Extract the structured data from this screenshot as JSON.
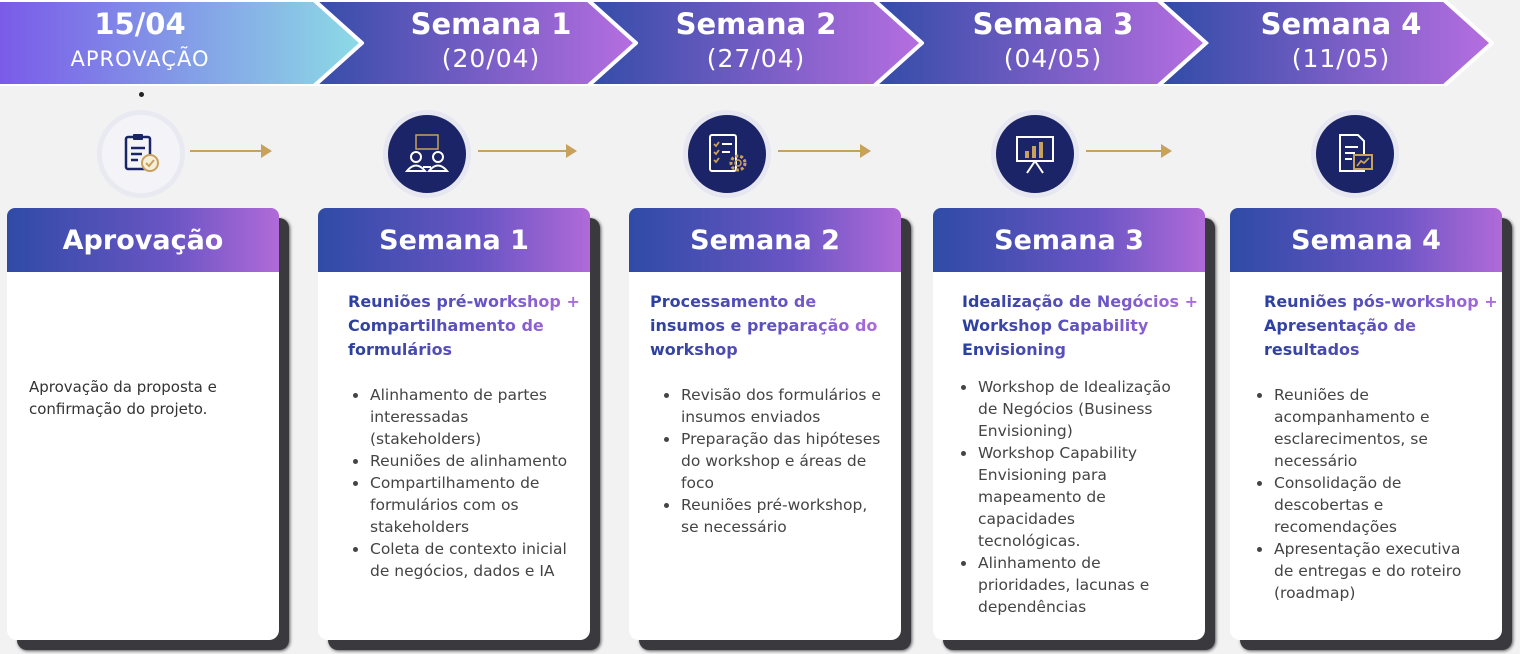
{
  "banner": [
    {
      "title": "15/04",
      "subtitle": "APROVAÇÃO"
    },
    {
      "title": "Semana 1",
      "subtitle": "(20/04)"
    },
    {
      "title": "Semana 2",
      "subtitle": "(27/04)"
    },
    {
      "title": "Semana 3",
      "subtitle": "(04/05)"
    },
    {
      "title": "Semana 4",
      "subtitle": "(11/05)"
    }
  ],
  "icons": [
    "clipboard-check-icon",
    "meeting-people-icon",
    "checklist-gear-icon",
    "presentation-chart-icon",
    "report-chart-icon"
  ],
  "colors": {
    "navy": "#1b2466",
    "accent_gold": "#c8a25a",
    "gradient_start": "#2f4ba6",
    "gradient_end": "#b06ad8"
  },
  "cards": [
    {
      "header": "Aprovação",
      "text": "Aprovação da proposta e confirmação do projeto."
    },
    {
      "header": "Semana 1",
      "subtitle": "Reuniões pré-workshop + Compartilhamento de formulários",
      "bullets": [
        "Alinhamento de partes interessadas (stakeholders)",
        "Reuniões de alinhamento",
        "Compartilhamento de formulários com os stakeholders",
        "Coleta de contexto inicial de negócios, dados e IA"
      ]
    },
    {
      "header": "Semana 2",
      "subtitle": "Processamento de insumos e preparação do workshop",
      "bullets": [
        "Revisão dos formulários e insumos enviados",
        "Preparação das hipóteses do workshop e áreas de foco",
        "Reuniões pré-workshop, se necessário"
      ]
    },
    {
      "header": "Semana 3",
      "subtitle": "Idealização de Negócios + Workshop Capability Envisioning",
      "bullets": [
        "Workshop de Idealização de Negócios (Business Envisioning)",
        "Workshop Capability Envisioning para mapeamento de capacidades tecnológicas.",
        "Alinhamento de prioridades, lacunas e dependências"
      ]
    },
    {
      "header": "Semana 4",
      "subtitle": "Reuniões pós-workshop + Apresentação de resultados",
      "bullets": [
        "Reuniões de acompanhamento e esclarecimentos, se necessário",
        "Consolidação de descobertas e recomendações",
        "Apresentação executiva de entregas e do roteiro (roadmap)"
      ]
    }
  ]
}
